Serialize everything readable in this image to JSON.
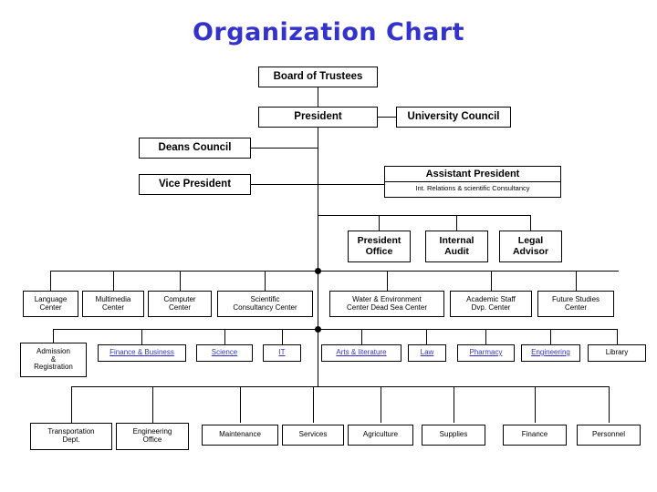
{
  "title": "Organization Chart",
  "colors": {
    "title": "#3333cc",
    "link": "#3333cc",
    "box_border": "#000000",
    "box_fill": "#ffffff",
    "text": "#000000"
  },
  "nodes": {
    "board_of_trustees": "Board of Trustees",
    "president": "President",
    "university_council": "University Council",
    "deans_council": "Deans Council",
    "vice_president": "Vice President",
    "assistant_president": "Assistant President",
    "assistant_president_sub": "Int. Relations & scientific Consultancy",
    "president_office_l1": "President",
    "president_office_l2": "Office",
    "internal_audit_l1": "Internal",
    "internal_audit_l2": "Audit",
    "legal_advisor_l1": "Legal",
    "legal_advisor_l2": "Advisor"
  },
  "centers": [
    {
      "line1": "Language",
      "line2": "Center"
    },
    {
      "line1": "Multimedia",
      "line2": "Center"
    },
    {
      "line1": "Computer",
      "line2": "Center"
    },
    {
      "line1": "Scientific",
      "line2": "Consultancy Center"
    },
    {
      "line1": "Water & Environment",
      "line2": "Center Dead Sea Center"
    },
    {
      "line1": "Academic Staff",
      "line2": "Dvp. Center"
    },
    {
      "line1": "Future Studies",
      "line2": "Center"
    }
  ],
  "faculties": [
    {
      "label": "Admission\n&\nRegistration",
      "line1": "Admission",
      "line2": "&",
      "line3": "Registration",
      "is_link": false
    },
    {
      "line1": "Finance & Business",
      "is_link": true
    },
    {
      "line1": "Science",
      "is_link": true
    },
    {
      "line1": "IT",
      "is_link": true
    },
    {
      "line1": "Arts & literature",
      "is_link": true
    },
    {
      "line1": "Law",
      "is_link": true
    },
    {
      "line1": "Pharmacy",
      "is_link": true
    },
    {
      "line1": "Engineering",
      "is_link": true
    },
    {
      "line1": "Library",
      "is_link": false
    }
  ],
  "departments": [
    {
      "line1": "Transportation",
      "line2": "Dept."
    },
    {
      "line1": "Engineering",
      "line2": "Office"
    },
    {
      "line1": "Maintenance",
      "line2": ""
    },
    {
      "line1": "Services",
      "line2": ""
    },
    {
      "line1": "Agriculture",
      "line2": ""
    },
    {
      "line1": "Supplies",
      "line2": ""
    },
    {
      "line1": "Finance",
      "line2": ""
    },
    {
      "line1": "Personnel",
      "line2": ""
    }
  ]
}
